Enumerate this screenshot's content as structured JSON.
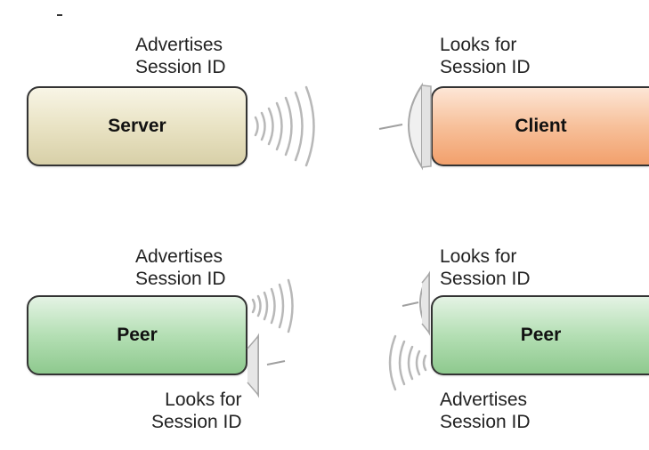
{
  "diagram": {
    "server_node": {
      "label": "Server",
      "caption": [
        "Advertises",
        "Session ID"
      ]
    },
    "client_node": {
      "label": "Client",
      "caption": [
        "Looks for",
        "Session ID"
      ]
    },
    "peer_left": {
      "label": "Peer",
      "caption_top": [
        "Advertises",
        "Session ID"
      ],
      "caption_bottom": [
        "Looks for",
        "Session ID"
      ]
    },
    "peer_right": {
      "label": "Peer",
      "caption_top": [
        "Looks for",
        "Session ID"
      ],
      "caption_bottom": [
        "Advertises",
        "Session ID"
      ]
    },
    "colors": {
      "server": "#e9e3c4",
      "client": "#f7c09a",
      "peer": "#b4dfb4",
      "border": "#333333",
      "signal": "#b8b8b8"
    }
  }
}
